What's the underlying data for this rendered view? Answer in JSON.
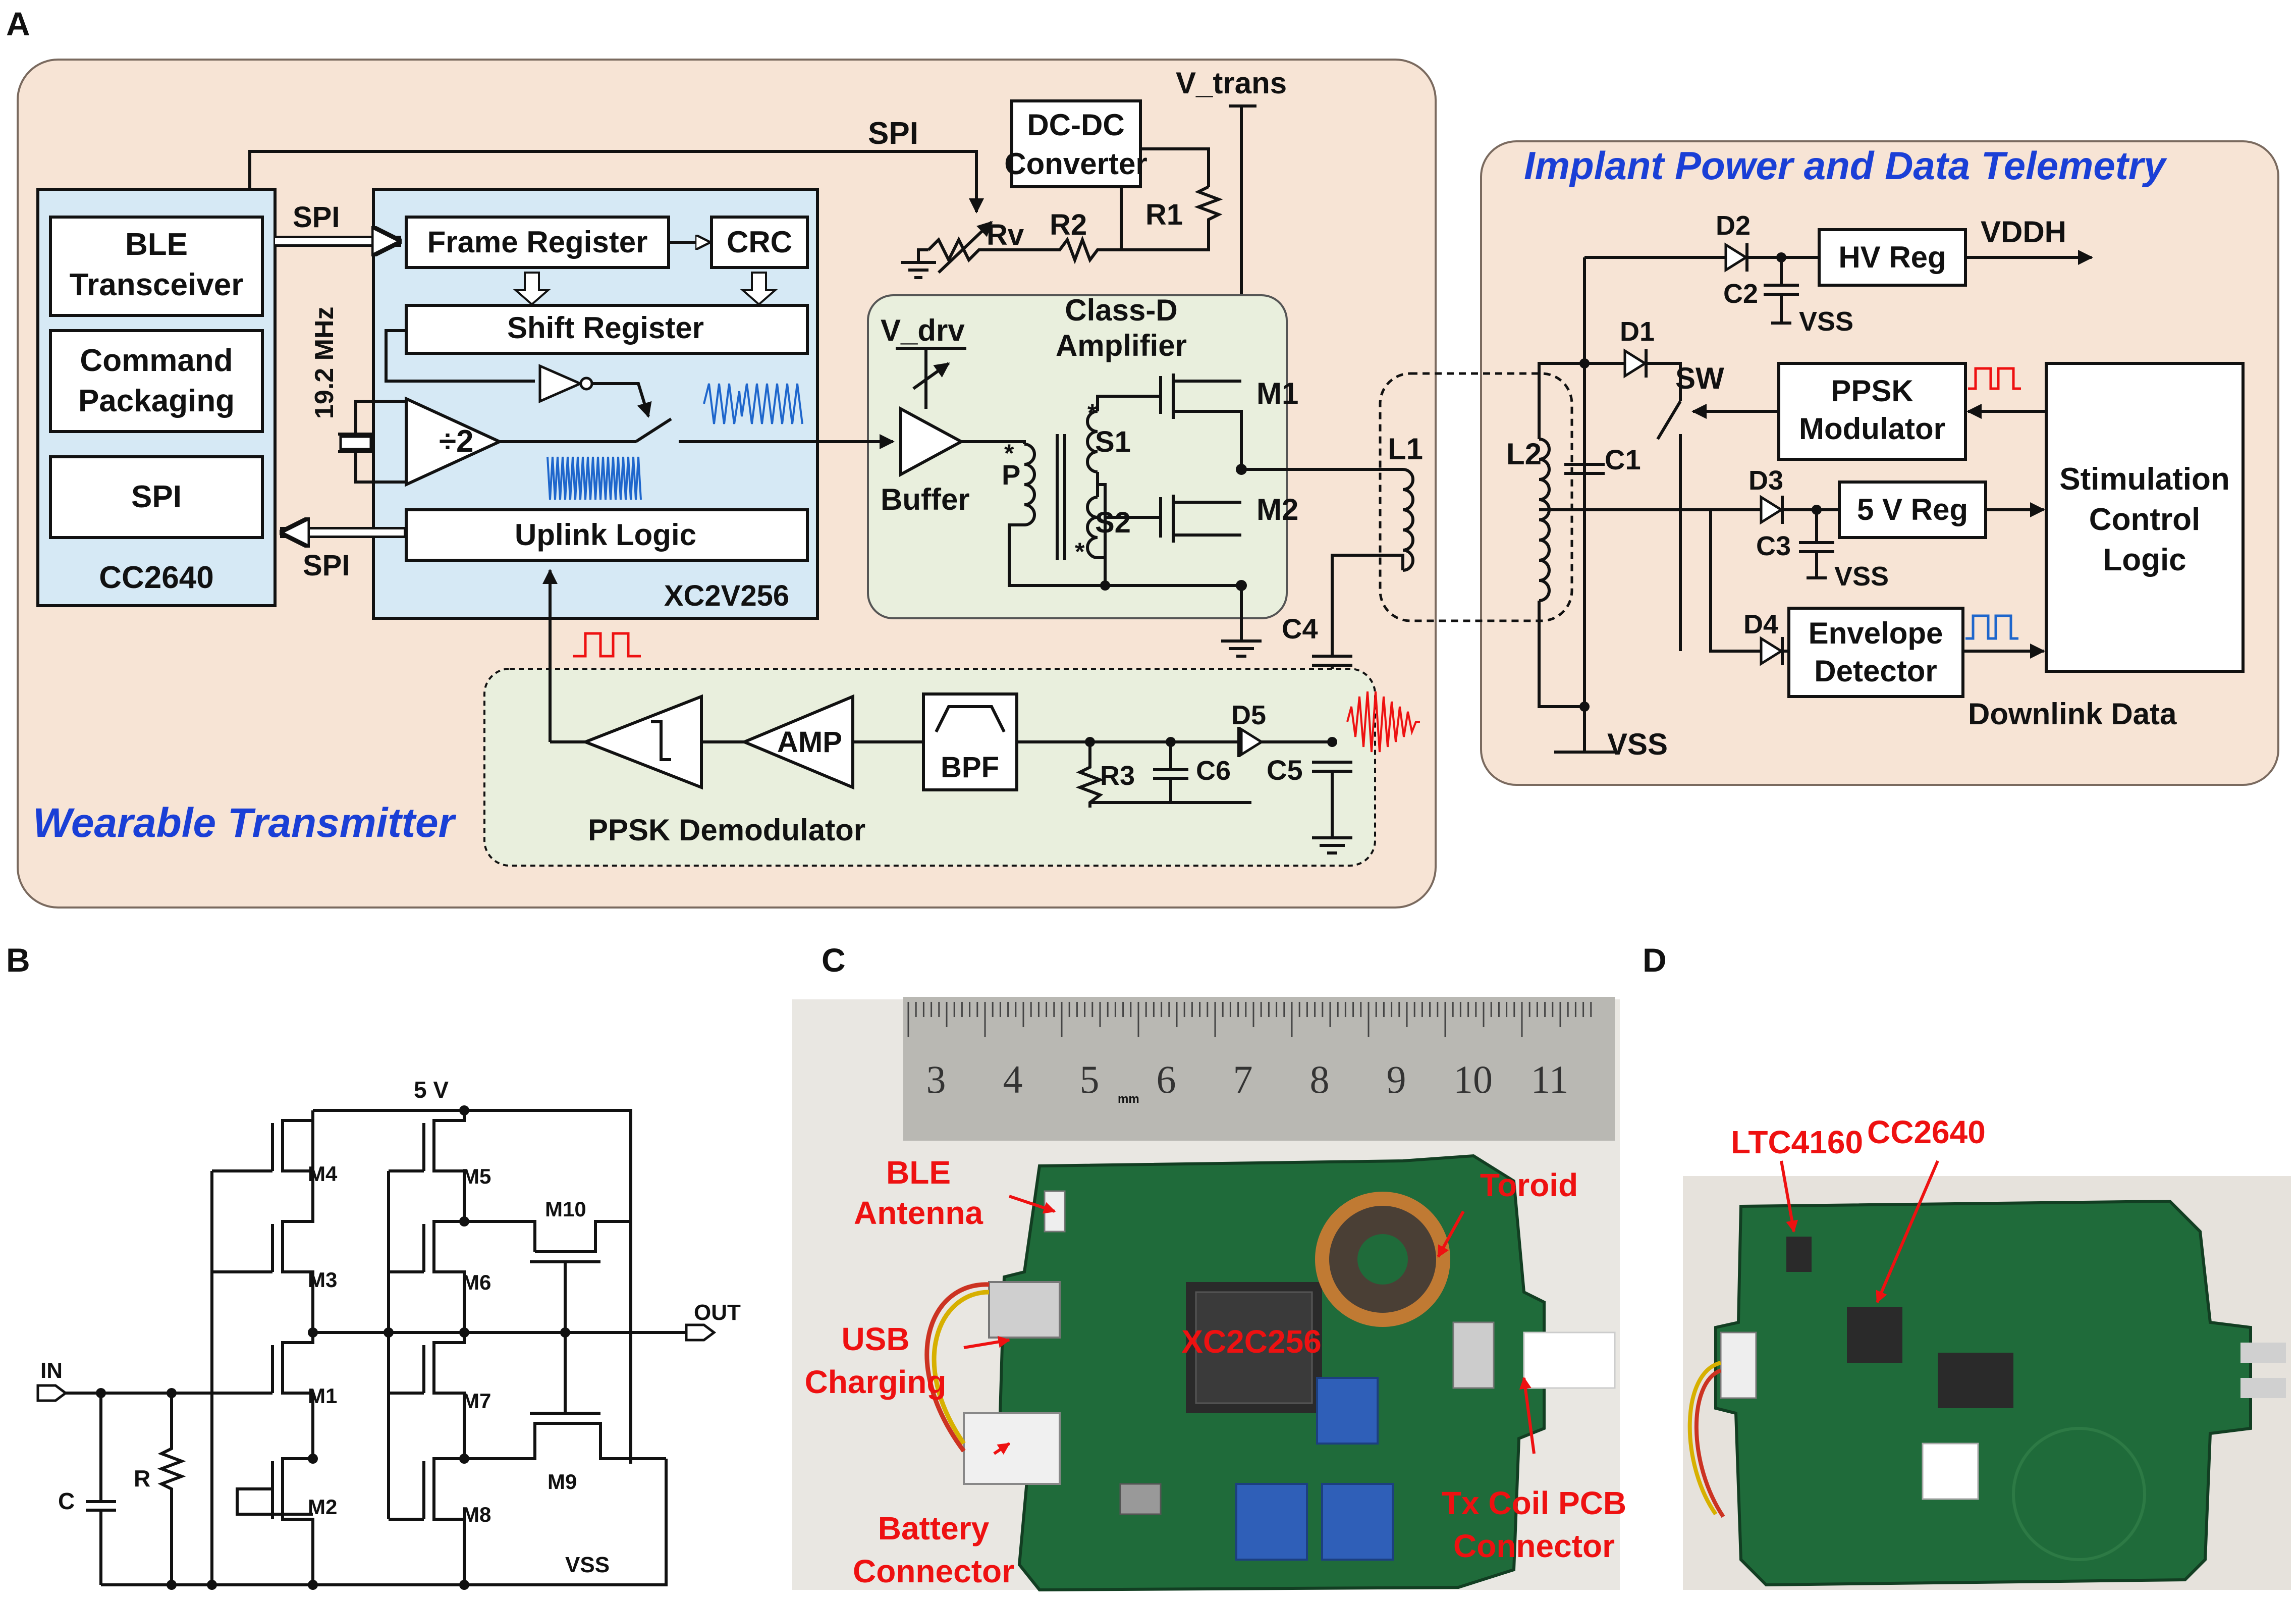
{
  "panels": {
    "A": "A",
    "B": "B",
    "C": "C",
    "D": "D"
  },
  "wearable": {
    "title": "Wearable Transmitter",
    "cc2640": {
      "name": "CC2640",
      "ble": [
        "BLE",
        "Transceiver"
      ],
      "cmd": [
        "Command",
        "Packaging"
      ],
      "spi": "SPI"
    },
    "xc": {
      "name": "XC2V256",
      "frame": "Frame Register",
      "crc": "CRC",
      "shift": "Shift Register",
      "div": "÷2",
      "uplink": "Uplink Logic",
      "clock": "19.2 MHz"
    },
    "spi_labels": [
      "SPI",
      "SPI",
      "SPI"
    ],
    "dcdc": [
      "DC-DC",
      "Converter"
    ],
    "vtrans": "V_trans",
    "rv": "Rv",
    "r2": "R2",
    "r1": "R1",
    "classd": [
      "Class-D",
      "Amplifier"
    ],
    "vdrv": "V_drv",
    "buffer": "Buffer",
    "p": "P",
    "s1": "S1",
    "s2": "S2",
    "m1": "M1",
    "m2": "M2",
    "l1": "L1",
    "c4": "C4",
    "c5": "C5",
    "d5": "D5",
    "c6": "C6",
    "r3": "R3",
    "bpf": "BPF",
    "amp": "AMP",
    "demod": "PPSK Demodulator"
  },
  "implant": {
    "title": "Implant Power and Data Telemetry",
    "l2": "L2",
    "c1": "C1",
    "d1": "D1",
    "d2": "D2",
    "c2": "C2",
    "vss": "VSS",
    "hvreg": "HV Reg",
    "vddh": "VDDH",
    "sw": "SW",
    "ppsk_mod": [
      "PPSK",
      "Modulator"
    ],
    "d3": "D3",
    "c3": "C3",
    "reg5": "5 V Reg",
    "stim": [
      "Stimulation",
      "Control",
      "Logic"
    ],
    "d4": "D4",
    "env": [
      "Envelope",
      "Detector"
    ],
    "downlink": "Downlink Data"
  },
  "panelB": {
    "v5": "5 V",
    "vss": "VSS",
    "in": "IN",
    "out": "OUT",
    "c": "C",
    "r": "R",
    "transistors": [
      "M4",
      "M3",
      "M1",
      "M2",
      "M5",
      "M6",
      "M7",
      "M8",
      "M10",
      "M9"
    ]
  },
  "panelC": {
    "ruler": [
      "3",
      "4",
      "5",
      "6",
      "7",
      "8",
      "9",
      "10",
      "11"
    ],
    "ruler_unit": "mm",
    "labels": {
      "ble": [
        "BLE",
        "Antenna"
      ],
      "usb": [
        "USB",
        "Charging"
      ],
      "battery": [
        "Battery",
        "Connector"
      ],
      "chip": "XC2C256",
      "toroid": "Toroid",
      "txcoil": [
        "Tx Coil PCB",
        "Connector"
      ]
    }
  },
  "panelD": {
    "labels": {
      "ltc": "LTC4160",
      "cc": "CC2640"
    }
  },
  "colors": {
    "bg_panel": "#f7e4d5",
    "blue_block": "#d6e9f5",
    "green_block": "#e9efdd",
    "title_blue": "#1a3fd6",
    "red": "#ee1111",
    "pcb_green": "#1f6b3a"
  }
}
